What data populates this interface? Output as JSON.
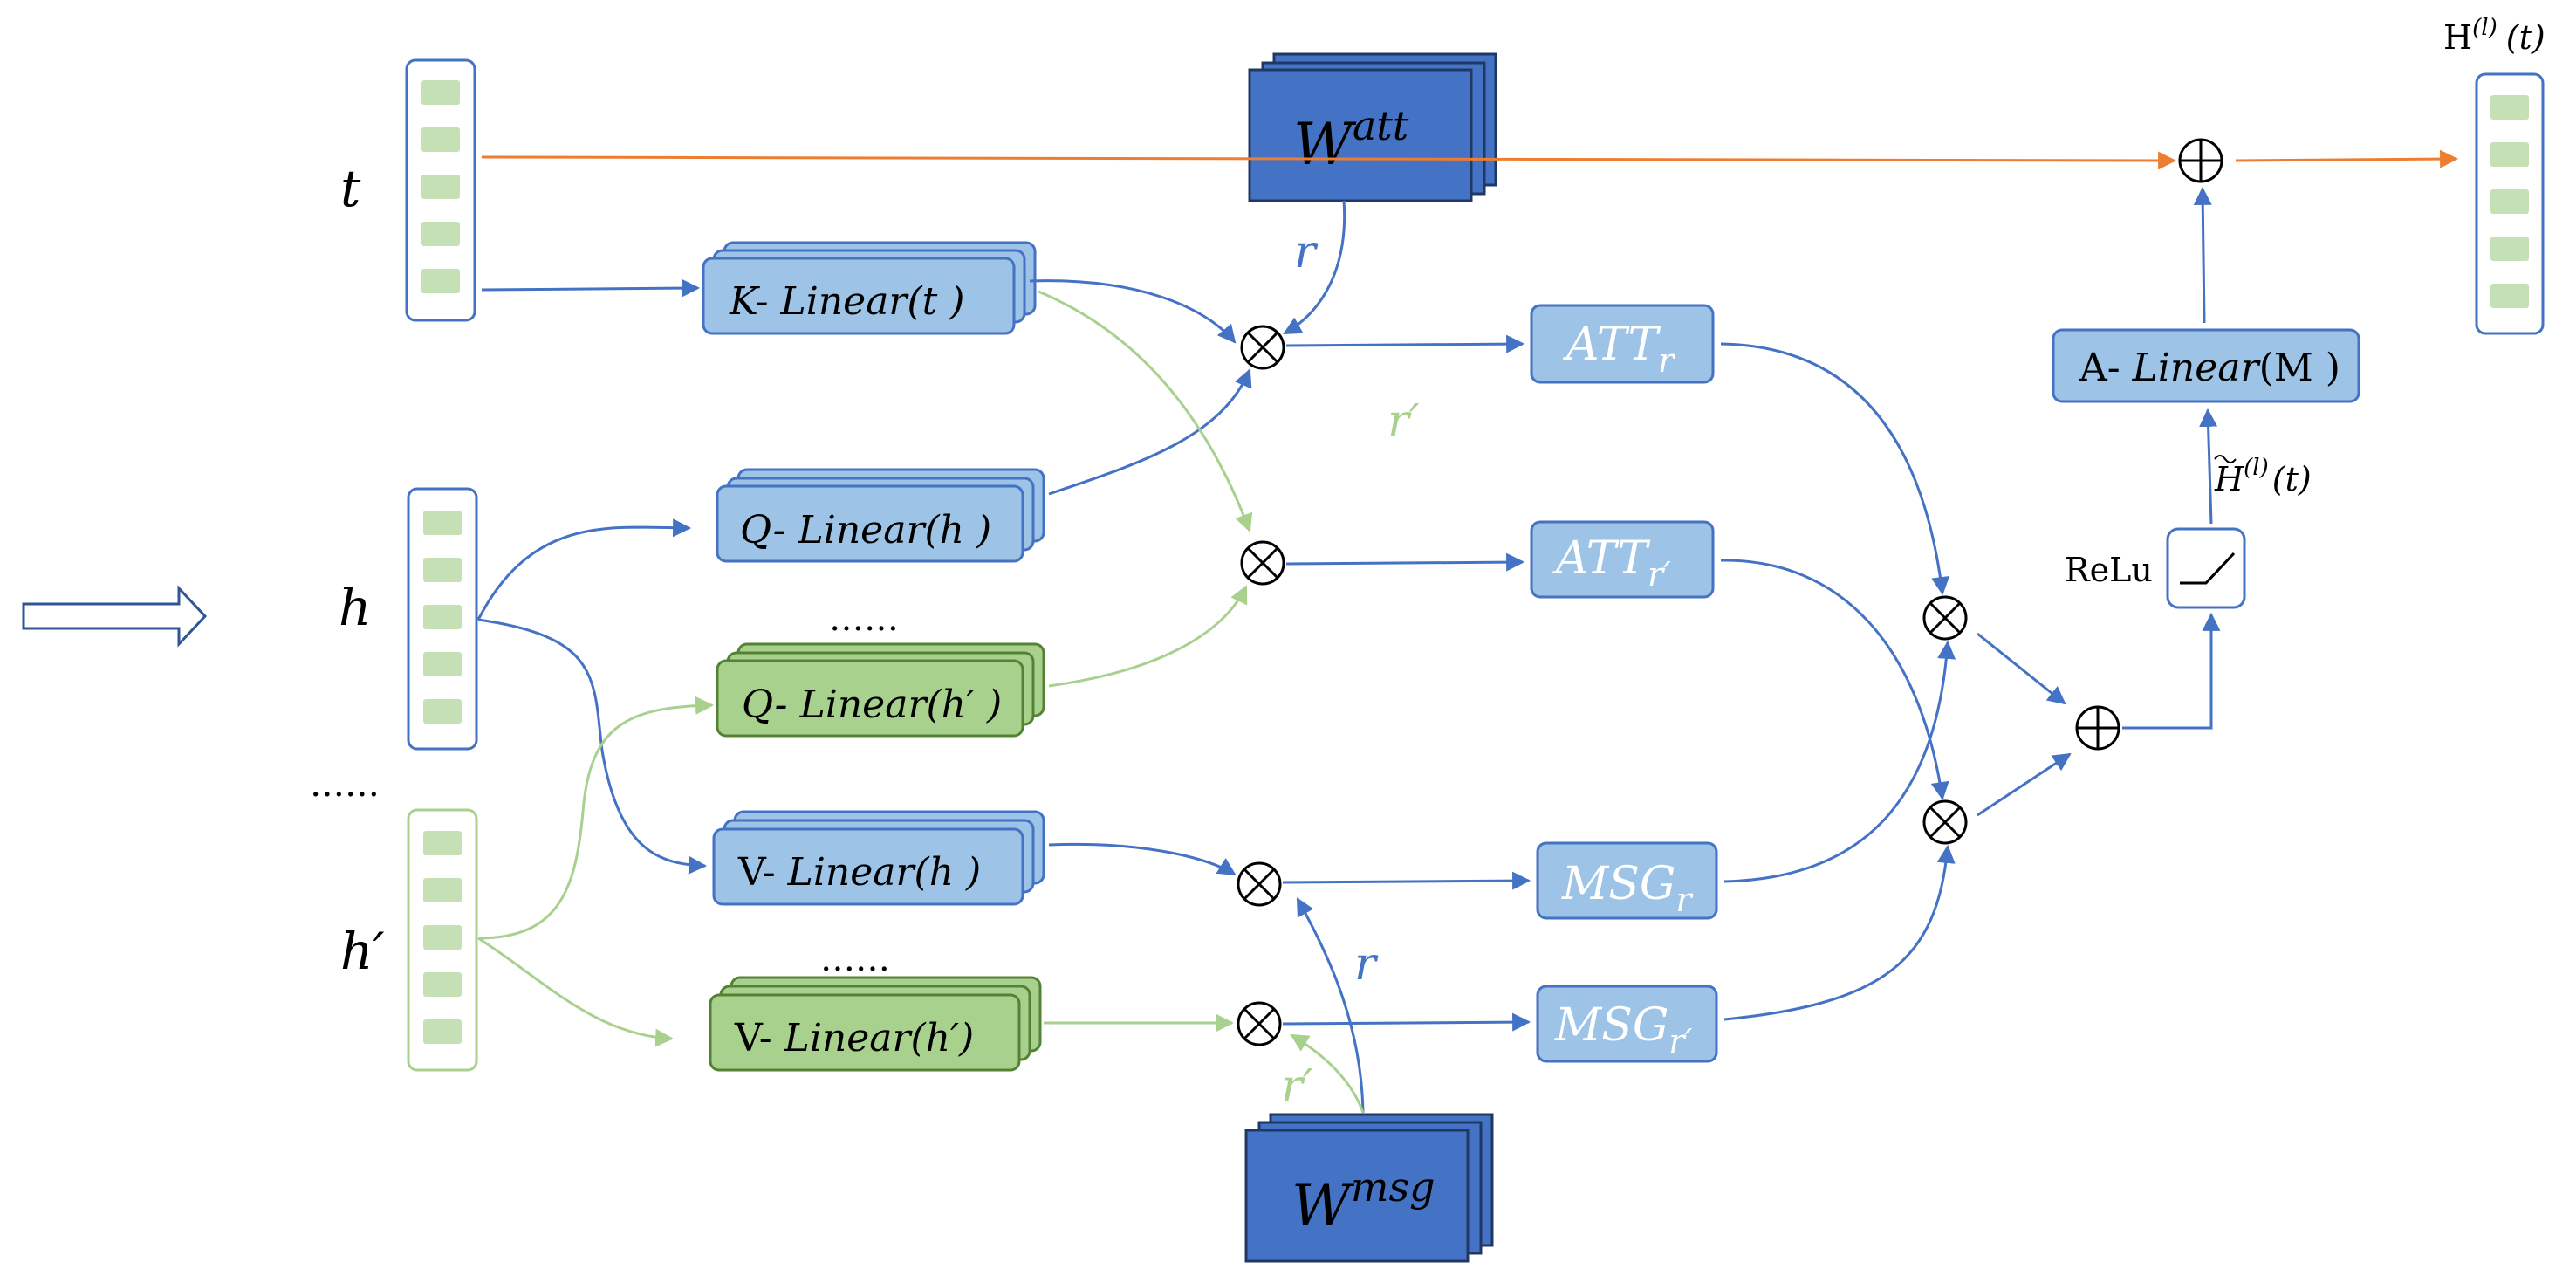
{
  "labels": {
    "t": "t",
    "h": "h",
    "h_prime": "h′",
    "dots_left": "……",
    "dots_q": "……",
    "dots_v": "……",
    "r_top": "r",
    "r_prime_mid": "r′",
    "r_bottom": "r",
    "r_prime_bottom": "r′",
    "relu": "ReLu",
    "h_tilde_main": "H",
    "h_tilde_sup": "(l)",
    "h_tilde_arg": "(t)",
    "output_main": "H",
    "output_sup": "(l)",
    "output_arg": "(t)"
  },
  "blocks": {
    "w_att": {
      "base": "W",
      "sup": "att"
    },
    "w_msg": {
      "base": "W",
      "sup": "msg"
    },
    "k_linear": {
      "prefix": "K- ",
      "fn": "Linear",
      "arg": "(t )"
    },
    "q_linear_h": {
      "prefix": "Q- ",
      "fn": "Linear",
      "arg": "(h )"
    },
    "q_linear_hp": {
      "prefix": "Q- ",
      "fn": "Linear",
      "arg": "(h′ )"
    },
    "v_linear_h": {
      "prefix": "V- ",
      "fn": "Linear",
      "arg": "(h )"
    },
    "v_linear_hp": {
      "prefix": "V- ",
      "fn": "Linear",
      "arg": "(h′)"
    },
    "att_r": {
      "base": "ATT",
      "sub": "r"
    },
    "att_rp": {
      "base": "ATT",
      "sub": "r′"
    },
    "msg_r": {
      "base": "MSG",
      "sub": "r"
    },
    "msg_rp": {
      "base": "MSG",
      "sub": "r′"
    },
    "a_linear": {
      "prefix": "A- ",
      "fn": "Linear",
      "arg": "(M )"
    }
  },
  "colors": {
    "blue_line": "#4472C4",
    "green_line": "#A9D18E",
    "orange_line": "#ED7D31",
    "blue_fill": "#9DC3E6",
    "green_fill": "#A9D18E",
    "dark_blue_fill": "#4472C4",
    "vector_cell": "#C5E0B4"
  }
}
